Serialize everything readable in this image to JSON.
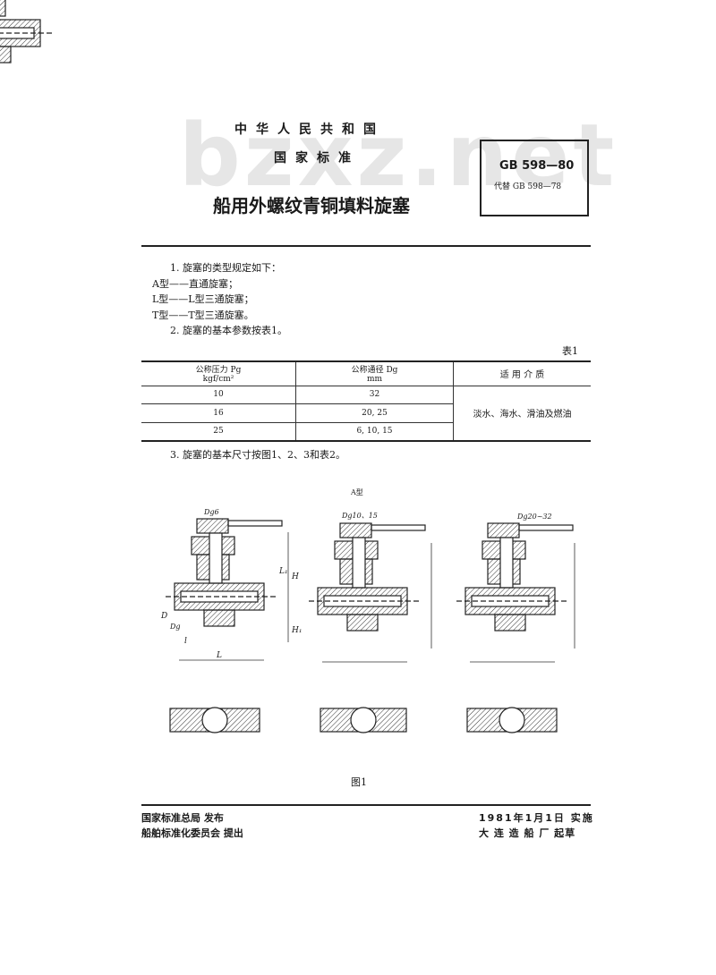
{
  "watermark": "bzxz.net",
  "header": {
    "country": "中华人民共和国",
    "category": "国家标准",
    "title": "船用外螺纹青铜填料旋塞",
    "standard_no": "GB 598—80",
    "replaces": "代替 GB 598—78"
  },
  "body": {
    "lines": [
      "1. 旋塞的类型规定如下：",
      "A型——直通旋塞；",
      "L型——L型三通旋塞；",
      "T型——T型三通旋塞。",
      "2. 旋塞的基本参数按表1。"
    ],
    "table_label": "表1",
    "after_table": "3. 旋塞的基本尺寸按图1、2、3和表2。"
  },
  "table": {
    "headers": [
      {
        "label": "公称压力 Pg",
        "unit": "kgf/cm²"
      },
      {
        "label": "公称通径 Dg",
        "unit": "mm"
      },
      {
        "label": "适 用 介 质"
      }
    ],
    "rows": [
      {
        "pressure": "10",
        "diameter": "32"
      },
      {
        "pressure": "16",
        "diameter": "20, 25"
      },
      {
        "pressure": "25",
        "diameter": "6, 10, 15"
      }
    ],
    "medium": "淡水、海水、滑油及燃油"
  },
  "figure": {
    "type_label": "A型",
    "views": [
      {
        "label": "Dg6"
      },
      {
        "label": "Dg10、15"
      },
      {
        "label": "Dg20~32"
      }
    ],
    "dimension_labels": [
      "L₁",
      "H",
      "H₁",
      "L",
      "l",
      "D",
      "Dg"
    ],
    "caption": "图1"
  },
  "footer": {
    "issuer": "国家标准总局 发布",
    "proposer": "船舶标准化委员会 提出",
    "effective": "1981年1月1日 实施",
    "drafter": "大 连 造 船 厂 起草"
  }
}
